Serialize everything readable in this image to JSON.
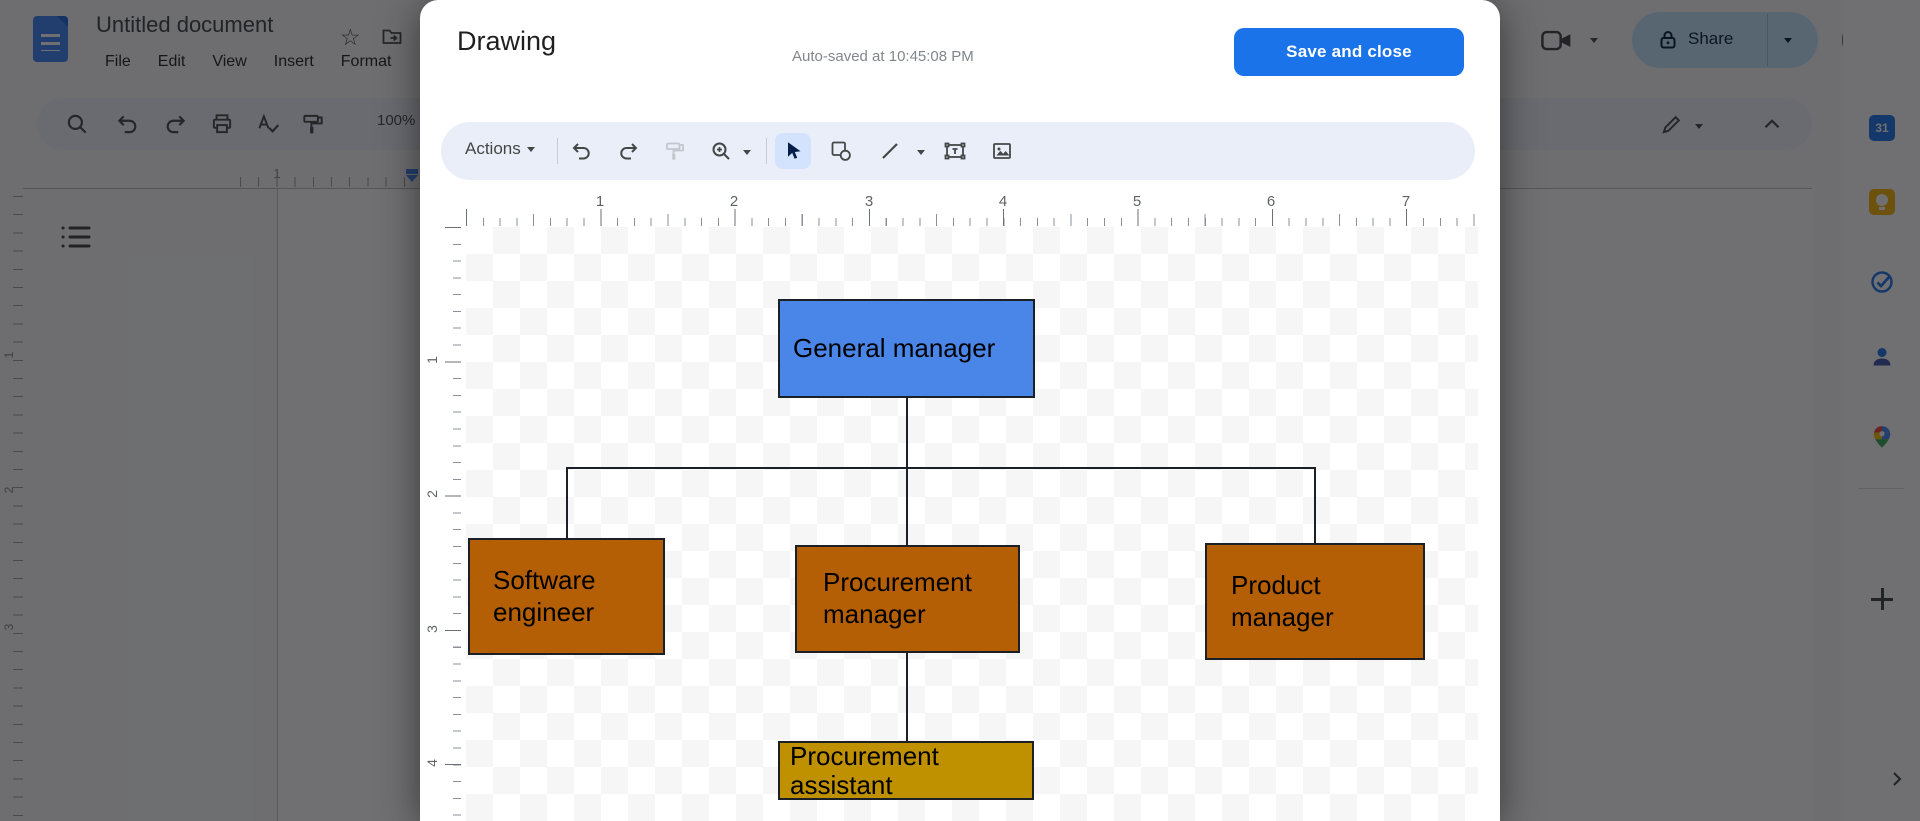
{
  "docs": {
    "app_title": "Untitled document",
    "menus": [
      "File",
      "Edit",
      "View",
      "Insert",
      "Format"
    ],
    "zoom_value": "100%",
    "share_label": "Share",
    "ruler_h_numbers": [
      "1"
    ],
    "ruler_v_numbers": [
      "1",
      "2",
      "3"
    ],
    "side_panel": {
      "calendar_label": "31"
    }
  },
  "dialog": {
    "title": "Drawing",
    "autosave_status": "Auto-saved at 10:45:08 PM",
    "save_button_label": "Save and close",
    "toolbar": {
      "actions_label": "Actions"
    },
    "ruler_h_numbers": [
      "1",
      "2",
      "3",
      "4",
      "5",
      "6",
      "7"
    ],
    "ruler_v_numbers": [
      "1",
      "2",
      "3",
      "4"
    ]
  },
  "canvas": {
    "nodes": [
      {
        "label": "General manager",
        "fill": "#4a86e8",
        "font": "serif"
      },
      {
        "label": "Software engineer",
        "fill": "#b45f06",
        "font": "sans"
      },
      {
        "label": "Procurement manager",
        "fill": "#b45f06",
        "font": "sans"
      },
      {
        "label": "Product manager",
        "fill": "#b45f06",
        "font": "sans"
      },
      {
        "label": "Procurement assistant",
        "fill": "#bf9000",
        "font": "sans"
      }
    ],
    "edges": [
      [
        "General manager",
        "Software engineer"
      ],
      [
        "General manager",
        "Procurement manager"
      ],
      [
        "General manager",
        "Product manager"
      ],
      [
        "Procurement manager",
        "Procurement assistant"
      ]
    ],
    "shape_border_color": "#1b2026"
  },
  "colors": {
    "primary_button": "#1a73e8",
    "dialog_toolbar_bg": "#e9eef8",
    "selected_tool_bg": "#d3e3fd",
    "share_pill_bg": "#c2e7ff",
    "overlay": "rgba(16,17,20,0.6)"
  },
  "icons": [
    "docs-icon",
    "star-icon",
    "move-folder-icon",
    "search-icon",
    "undo-icon",
    "redo-icon",
    "print-icon",
    "spellcheck-icon",
    "paint-format-icon",
    "video-call-icon",
    "lock-icon",
    "avatar",
    "calendar-icon",
    "keep-icon",
    "tasks-icon",
    "contacts-icon",
    "maps-icon",
    "plus-icon",
    "chevron-right-icon",
    "zoom-in-icon",
    "select-icon",
    "shape-icon",
    "line-icon",
    "text-box-icon",
    "image-icon",
    "pen-icon",
    "chevron-up-icon"
  ]
}
